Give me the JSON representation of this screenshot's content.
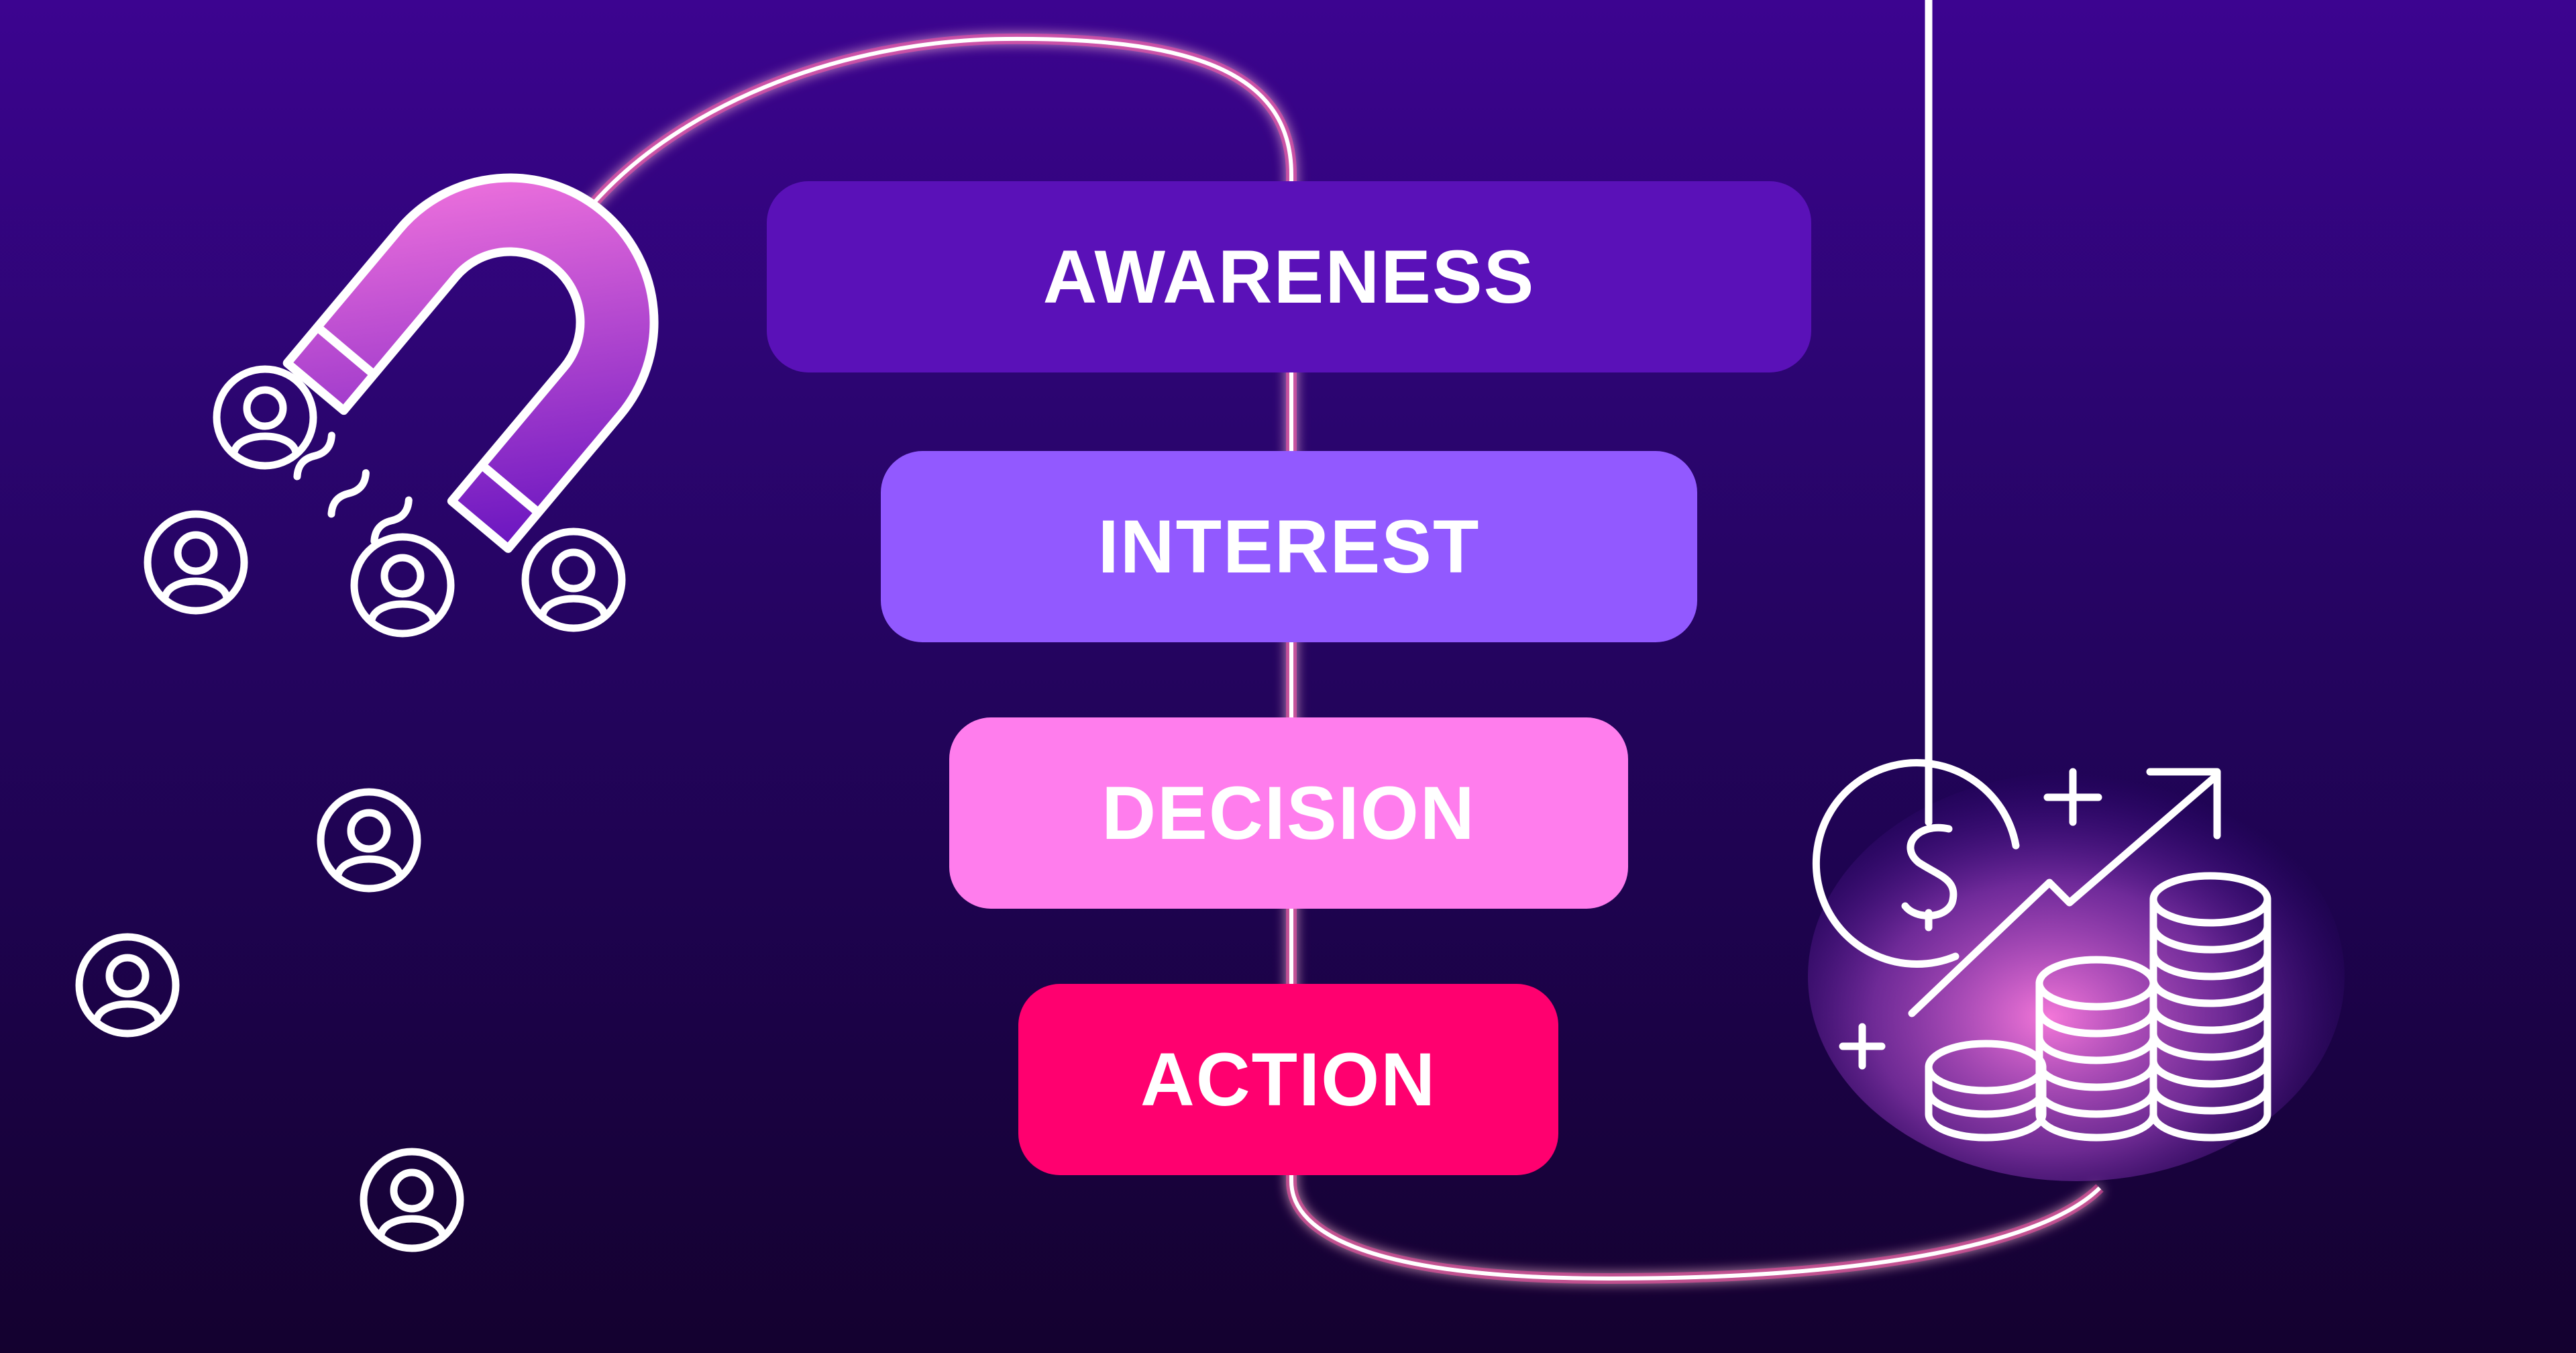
{
  "diagram": {
    "type": "funnel",
    "stages": [
      {
        "label": "AWARENESS",
        "color": "#5a11b8"
      },
      {
        "label": "INTEREST",
        "color": "#9259ff"
      },
      {
        "label": "DECISION",
        "color": "#ff7ded"
      },
      {
        "label": "ACTION",
        "color": "#ff006f"
      }
    ],
    "connector_color": "#ffffff",
    "connector_glow_color": "#ff2fa0"
  },
  "icons": {
    "magnet": "magnet-icon",
    "person": "user-circle-icon",
    "money": "money-growth-icon"
  },
  "colors": {
    "background_top": "#3c0490",
    "background_bottom": "#14012f",
    "icon_stroke": "#ffffff",
    "magnet_fill_start": "#ff7de0",
    "magnet_fill_end": "#5a11b8"
  }
}
